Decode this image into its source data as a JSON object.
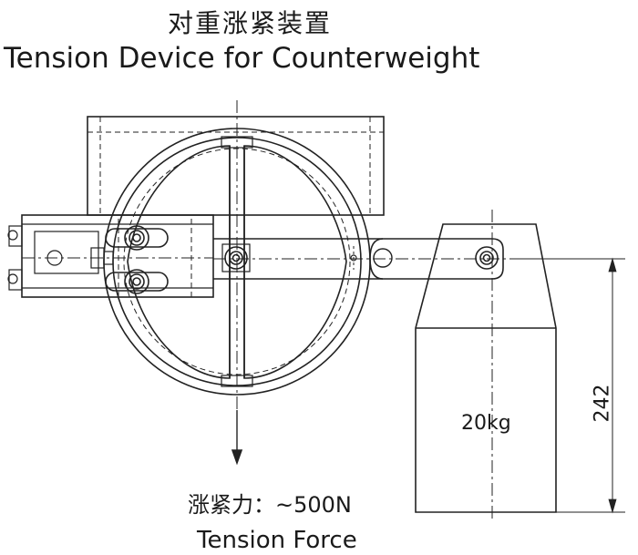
{
  "title_cn": "对重涨紧装置",
  "title_en": "Tension Device for Counterweight",
  "weight_label": "20kg",
  "dimension_label": "242",
  "tension_force_cn": "涨紧力：~500N",
  "tension_force_en": "Tension Force",
  "colors": {
    "stroke": "#222222",
    "background": "#ffffff"
  }
}
